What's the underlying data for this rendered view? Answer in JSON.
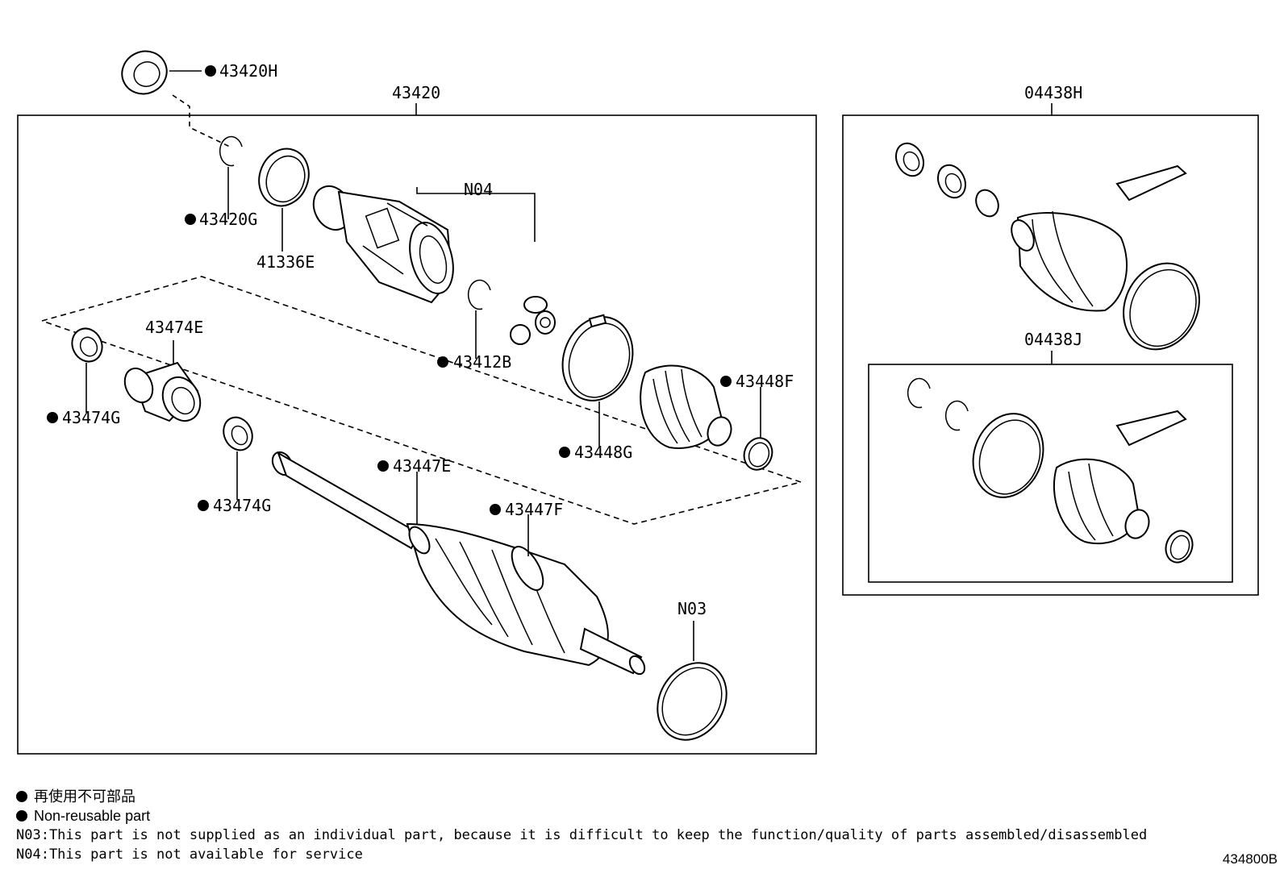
{
  "labels": {
    "assembly": "43420",
    "bearing_top": "43420H",
    "snap_ring_top": "43420G",
    "dust_seal": "41336E",
    "n04": "N04",
    "snap_ring_mid": "43412B",
    "bracket": "43474E",
    "ring_left": "43474G",
    "ring_lower": "43474G",
    "clamp_large": "43448G",
    "clamp_small": "43448F",
    "clamp_e": "43447E",
    "clamp_f": "43447F",
    "n03": "N03",
    "kit_outer": "04438H",
    "kit_inner": "04438J"
  },
  "legend": {
    "jp": "再使用不可部品",
    "en": "Non-reusable part",
    "note_n03": "N03:This part is not supplied as an individual part, because it is difficult to keep the function/quality of parts assembled/disassembled",
    "note_n04": "N04:This part is not available for service"
  },
  "doc_id": "434800B"
}
